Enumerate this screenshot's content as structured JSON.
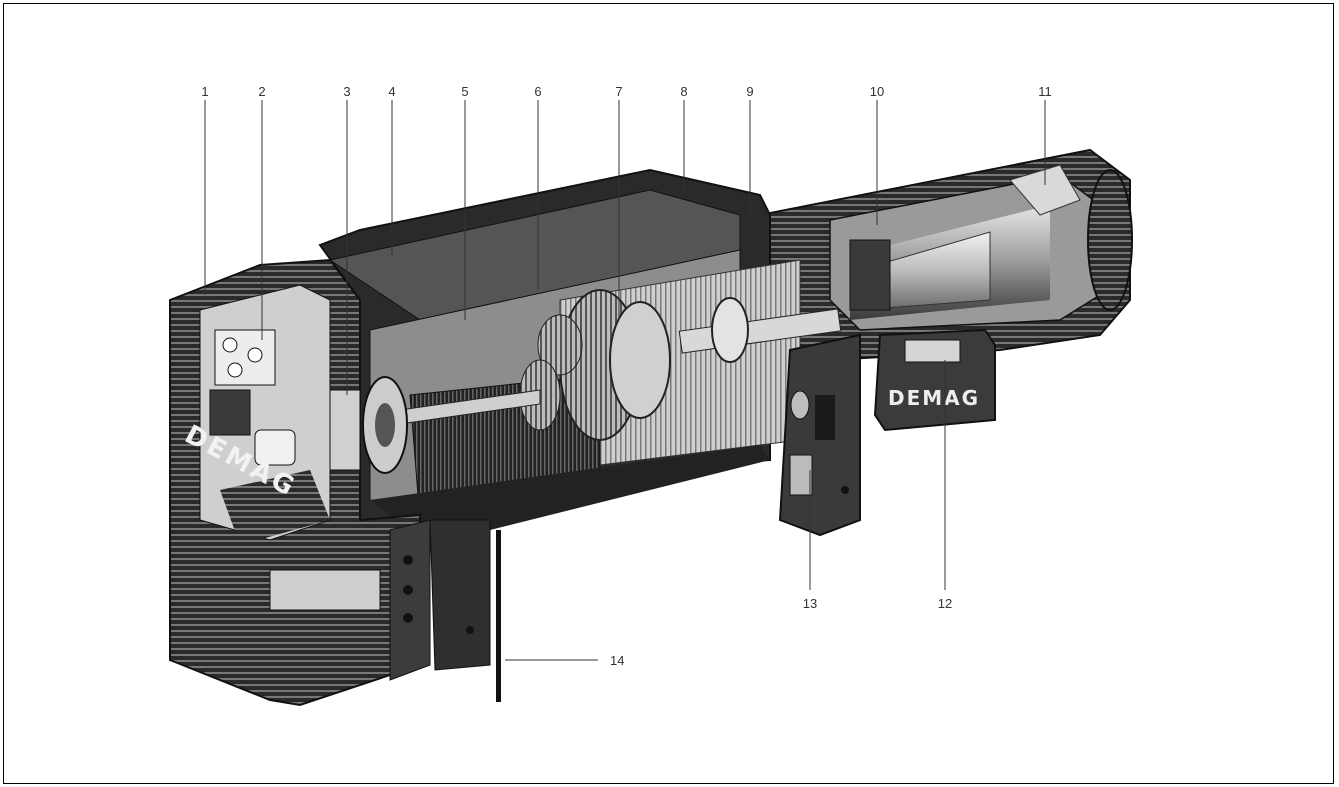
{
  "callouts": {
    "c1": "1",
    "c2": "2",
    "c3": "3",
    "c4": "4",
    "c5": "5",
    "c6": "6",
    "c7": "7",
    "c8": "8",
    "c9": "9",
    "c10": "10",
    "c11": "11",
    "c12": "12",
    "c13": "13",
    "c14": "14"
  },
  "brand": {
    "housing_logo": "DEMAG",
    "box_logo": "DEMAG"
  },
  "colors": {
    "line": "#333333",
    "dark": "#1e1e1e",
    "mid": "#6e6e6e",
    "light": "#cfcfcf",
    "white": "#f4f4f4"
  }
}
